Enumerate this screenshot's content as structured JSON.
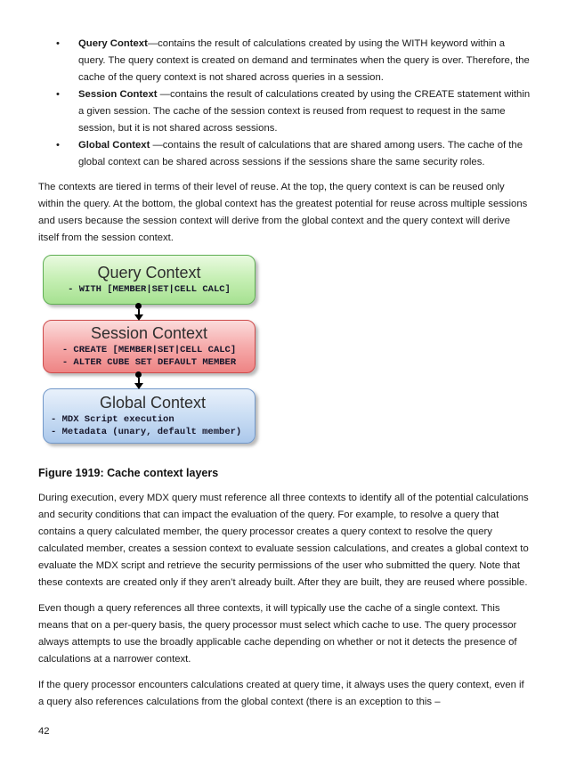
{
  "bullets": [
    {
      "label": "Query Context",
      "text": "—contains the result of calculations created by using the WITH keyword within a query. The query context is created on demand and terminates when the query is over. Therefore, the cache of the query context is not shared across queries in a session."
    },
    {
      "label": "Session Context",
      "text": " —contains the result of calculations created by using the CREATE statement within a given session. The cache of the session context is reused from request to request in the same session, but it is not shared across sessions."
    },
    {
      "label": "Global Context",
      "text": " —contains the result of calculations that are shared among users. The cache of the global context can be shared across sessions if the sessions share the same security roles."
    }
  ],
  "bullet_glyph": "•",
  "paragraph1": "The contexts are tiered in terms of their level of reuse. At the top, the query context is can be reused only within the query. At the bottom, the global context has the greatest potential for reuse across multiple sessions and users because the session context will derive from the global context and the query context will derive itself from the session context.",
  "diagram": {
    "arrow_color": "#000000",
    "boxes": [
      {
        "title": "Query Context",
        "lines": {
          "0": "- WITH [MEMBER|SET|CELL CALC]"
        },
        "fill_top": "#e9fae0",
        "fill_bottom": "#a6e191",
        "border": "#5fae53"
      },
      {
        "title": "Session Context",
        "lines": {
          "0": "- CREATE [MEMBER|SET|CELL CALC]",
          "1": "- ALTER CUBE SET DEFAULT MEMBER"
        },
        "fill_top": "#fbdcdc",
        "fill_bottom": "#ee8484",
        "border": "#ce4a4a"
      },
      {
        "title": "Global Context",
        "lines": {
          "0": "- MDX Script execution",
          "1": "- Metadata (unary, default member)"
        },
        "fill_top": "#e9f1fb",
        "fill_bottom": "#abc8eb",
        "border": "#7298c9"
      }
    ]
  },
  "figure_caption": "Figure 1919: Cache context layers",
  "paragraph2": "During execution, every MDX query must reference all three contexts to identify all of the potential calculations and security conditions that can impact the evaluation of the query. For example, to resolve a query that contains a query calculated member, the query processor creates a query context to resolve the query calculated member, creates a session context to evaluate session calculations, and creates a global context to evaluate the MDX script and retrieve the security permissions of the user who submitted the query. Note that these contexts are created only if they aren’t already built. After they are built, they are reused where possible.",
  "paragraph3": "Even though a query references all three contexts, it will typically use the cache of a single context. This means that on a per-query basis, the query processor must select which cache to use. The query processor always attempts to use the broadly applicable cache depending on whether or not it detects the presence of calculations at a narrower context.",
  "paragraph4": "If the query processor encounters calculations created at query time, it always uses the query context, even if a query also references calculations from the global context (there is an exception to this –",
  "page_number": "42"
}
